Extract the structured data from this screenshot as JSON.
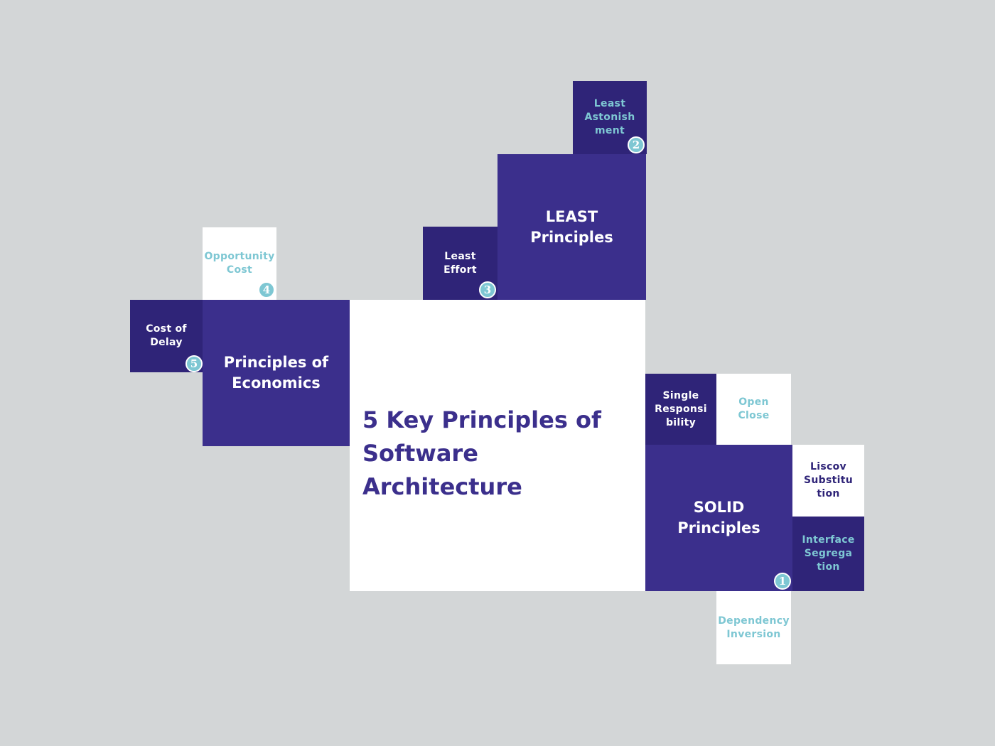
{
  "title": "5 Key Principles of\nSoftware\nArchitecture",
  "colors": {
    "background": "#d3d6d7",
    "primary": "#3b2f8c",
    "dark_tile": "#2f2478",
    "light_tile": "#ffffff",
    "accent": "#7ec7d3"
  },
  "groups": {
    "solid": {
      "title": "SOLID\nPrinciples",
      "number": "1",
      "items": {
        "single_responsibility": "Single\nResponsi\nbility",
        "open_close": "Open\nClose",
        "liscov_substitution": "Liscov\nSubstitu\ntion",
        "interface_segregation": "Interface\nSegrega\ntion",
        "dependency_inversion": "Dependency\nInversion"
      }
    },
    "least": {
      "title": "LEAST\nPrinciples",
      "items": {
        "least_astonishment": {
          "label": "Least\nAstonish\nment",
          "number": "2"
        },
        "least_effort": {
          "label": "Least\nEffort",
          "number": "3"
        }
      }
    },
    "economics": {
      "title": "Principles of\nEconomics",
      "items": {
        "opportunity_cost": {
          "label": "Opportunity\nCost",
          "number": "4"
        },
        "cost_of_delay": {
          "label": "Cost of\nDelay",
          "number": "5"
        }
      }
    }
  }
}
